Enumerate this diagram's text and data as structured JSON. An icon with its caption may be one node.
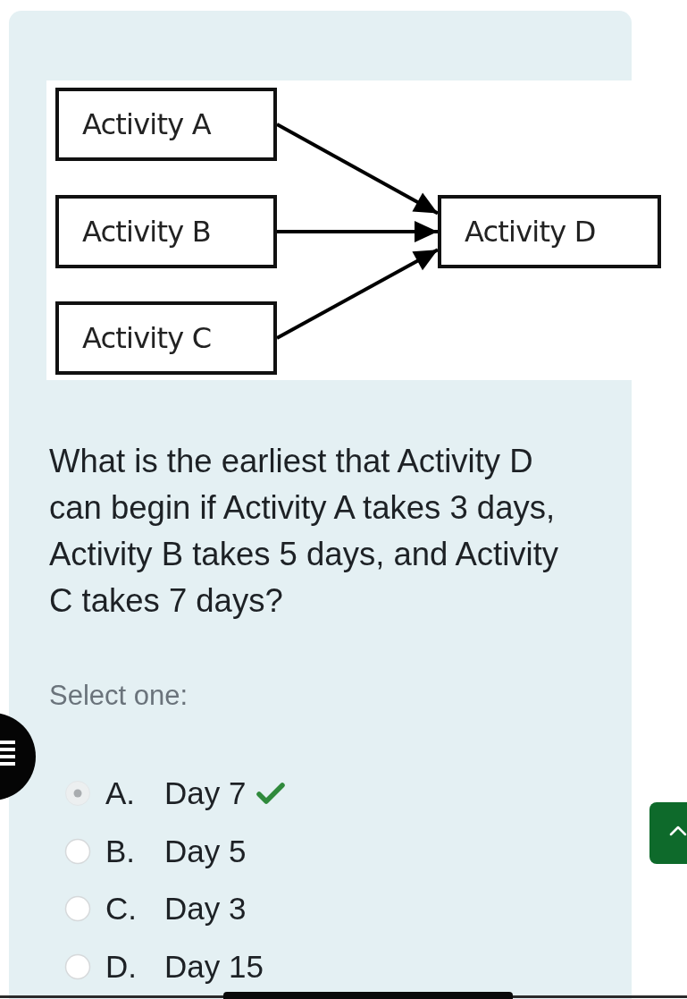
{
  "diagram": {
    "nodes": [
      {
        "text": [
          "Activity A"
        ]
      },
      {
        "text": [
          "Activity B"
        ]
      },
      {
        "text": [
          "Activity C"
        ]
      },
      {
        "text": [
          "Activity D"
        ]
      }
    ],
    "edges": [
      {
        "from": 0,
        "to": 3,
        "arrow": "to"
      },
      {
        "from": 1,
        "to": 3,
        "arrow": "to"
      },
      {
        "from": 2,
        "to": 3,
        "arrow": "to"
      }
    ],
    "labels": [
      "What is the earliest that Activity D can begin if Activity A takes 3 days, Activity B takes 5 days, and Activity C takes 7 days?",
      "Select one:",
      "A.",
      "Day 7",
      "B.",
      "Day 5",
      "C.",
      "Day 3",
      "D.",
      "Day 15"
    ]
  }
}
